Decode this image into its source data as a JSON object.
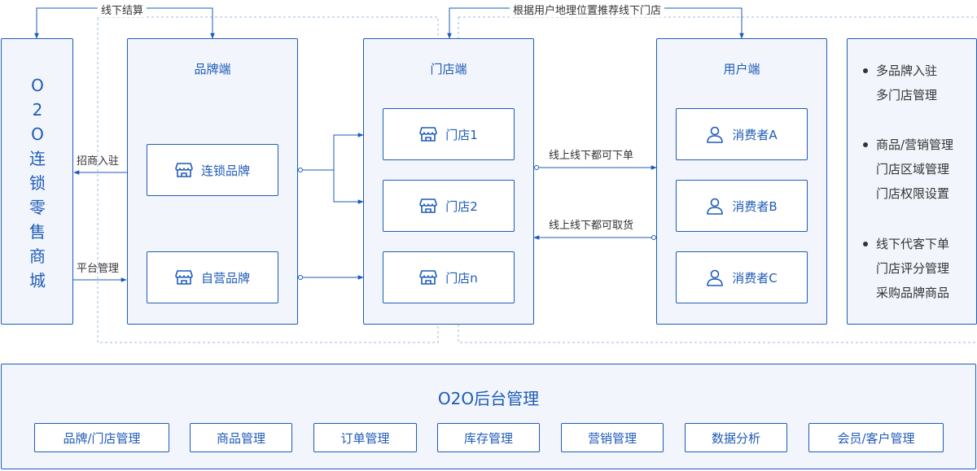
{
  "left_title": [
    "O",
    "2",
    "O",
    "连",
    "锁",
    "零",
    "售",
    "商",
    "城"
  ],
  "top_labels": {
    "offline_settlement": "线下结算",
    "recommend": "根据用户地理位置推荐线下门店"
  },
  "side_labels": {
    "investment": "招商入驻",
    "platform": "平台管理"
  },
  "brand_panel": {
    "title": "品牌端",
    "items": [
      "连锁品牌",
      "自营品牌"
    ]
  },
  "store_panel": {
    "title": "门店端",
    "items": [
      "门店1",
      "门店2",
      "门店n"
    ]
  },
  "flow_labels": {
    "order": "线上线下都可下单",
    "pickup": "线上线下都可取货"
  },
  "user_panel": {
    "title": "用户端",
    "items": [
      "消费者A",
      "消费者B",
      "消费者C"
    ]
  },
  "features": [
    [
      "多品牌入驻",
      "多门店管理"
    ],
    [
      "商品/营销管理",
      "门店区域管理",
      "门店权限设置"
    ],
    [
      "线下代客下单",
      "门店评分管理",
      "采购品牌商品"
    ]
  ],
  "backend": {
    "title": "O2O后台管理",
    "modules": [
      "品牌/门店管理",
      "商品管理",
      "订单管理",
      "库存管理",
      "营销管理",
      "数据分析",
      "会员/客户管理"
    ]
  },
  "colors": {
    "accent": "#1e5bb8",
    "panel_bg": "#f2f6fc",
    "dashed": "#9fb9dc"
  },
  "icons": {
    "brand_item": "store-icon",
    "store_item": "store-icon",
    "user_item": "user-icon"
  }
}
